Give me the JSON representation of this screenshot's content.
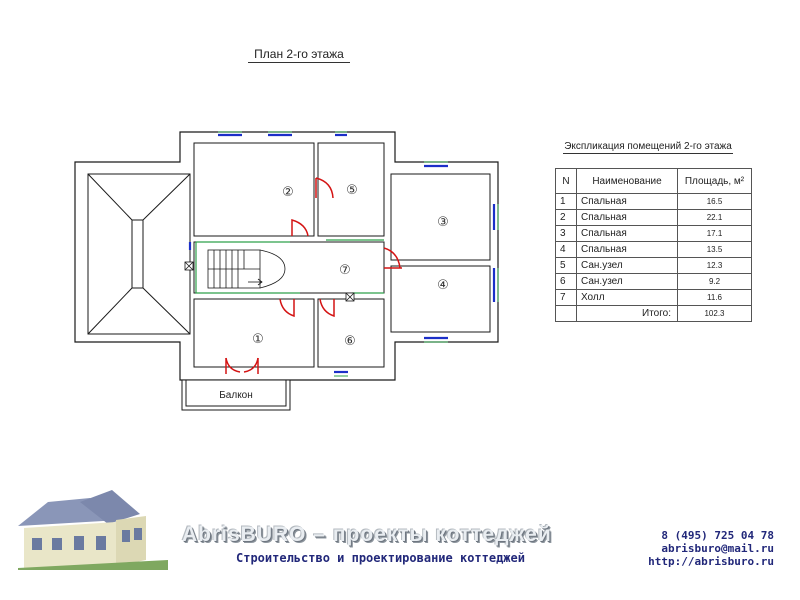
{
  "plan": {
    "title": "План 2-го этажа",
    "balcony_label": "Балкон",
    "room_numbers": [
      "①",
      "②",
      "③",
      "④",
      "⑤",
      "⑥",
      "⑦"
    ]
  },
  "explication": {
    "title": "Экспликация помещений 2-го этажа",
    "headers": {
      "num": "N",
      "name": "Наименование",
      "area": "Площадь, м²"
    },
    "rows": [
      {
        "num": "1",
        "name": "Спальная",
        "area": "16.5"
      },
      {
        "num": "2",
        "name": "Спальная",
        "area": "22.1"
      },
      {
        "num": "3",
        "name": "Спальная",
        "area": "17.1"
      },
      {
        "num": "4",
        "name": "Спальная",
        "area": "13.5"
      },
      {
        "num": "5",
        "name": "Сан.узел",
        "area": "12.3"
      },
      {
        "num": "6",
        "name": "Сан.узел",
        "area": "9.2"
      },
      {
        "num": "7",
        "name": "Холл",
        "area": "11.6"
      }
    ],
    "total_label": "Итого:",
    "total_value": "102.3"
  },
  "footer": {
    "brand": "AbrisBURO – проекты коттеджей",
    "subtitle": "Строительство и проектирование коттеджей",
    "phone": "8 (495) 725 04 78",
    "email": "abrisburo@mail.ru",
    "site": "http://abrisburo.ru"
  },
  "colors": {
    "wall": "#ffffff",
    "wall_stroke": "#1a1a1a",
    "window": "#1c2fc8",
    "window_frame": "#2ea04a",
    "door": "#d41414",
    "brand_blue": "#22287a"
  }
}
